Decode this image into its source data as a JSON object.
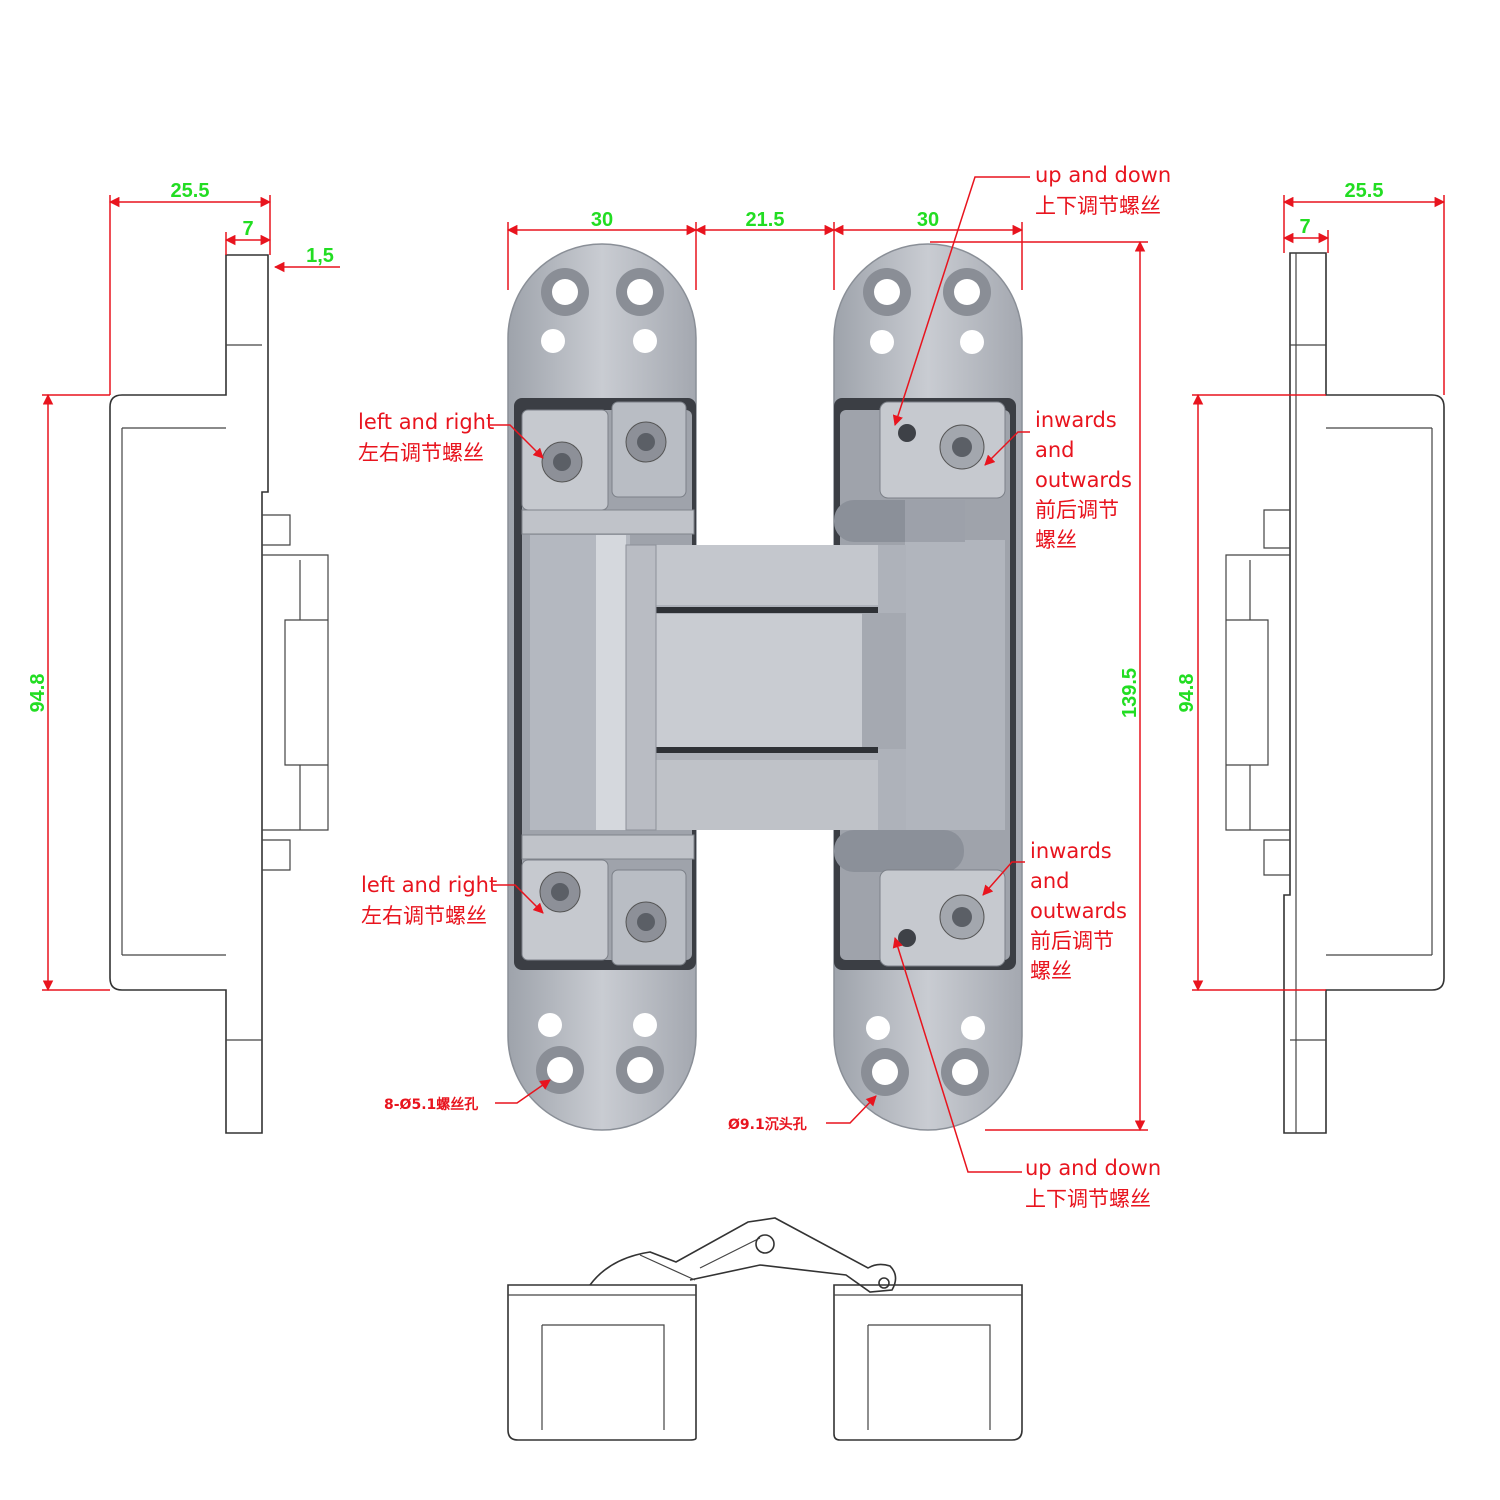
{
  "dimensions": {
    "left_overall_depth": "25.5",
    "left_plate_thickness": "7",
    "left_offset": "1,5",
    "left_body_height": "94.8",
    "top_width_left": "30",
    "top_gap": "21.5",
    "top_width_right": "30",
    "overall_height": "139.5",
    "right_overall_depth": "25.5",
    "right_plate_thickness": "7",
    "right_body_height": "94.8"
  },
  "callouts": {
    "up_down_top": {
      "en": "up and down",
      "cn": "上下调节螺丝"
    },
    "left_right_top": {
      "en": "left and right",
      "cn": "左右调节螺丝"
    },
    "inout_top": {
      "l1": "inwards",
      "l2": "and",
      "l3": "outwards",
      "cn1": "前后调节",
      "cn2": "螺丝"
    },
    "left_right_bottom": {
      "en": "left and right",
      "cn": "左右调节螺丝"
    },
    "inout_bottom": {
      "l1": "inwards",
      "l2": "and",
      "l3": "outwards",
      "cn1": "前后调节",
      "cn2": "螺丝"
    },
    "up_down_bottom": {
      "en": "up and down",
      "cn": "上下调节螺丝"
    },
    "screw_holes": "8-Ø5.1螺丝孔",
    "countersunk": "Ø9.1沉头孔"
  },
  "colors": {
    "dimension": "#22dd22",
    "callout": "#e8141e",
    "hinge_metal": "#b8bcc4",
    "hinge_dark": "#7e838c"
  }
}
